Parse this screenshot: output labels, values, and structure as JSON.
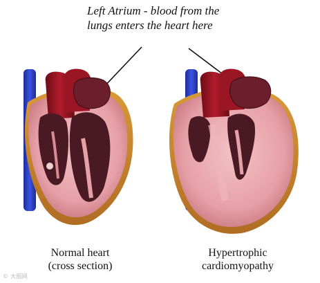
{
  "callout": {
    "line1": "Left Atrium - blood from the",
    "line2": "lungs enters the heart here"
  },
  "hearts": [
    {
      "name": "normal",
      "caption_line1": "Normal heart",
      "caption_line2": "(cross section)"
    },
    {
      "name": "hypertrophic",
      "caption_line1": "Hypertrophic",
      "caption_line2": "cardiomyopathy"
    }
  ],
  "watermark": "© 大图网",
  "colors": {
    "muscle": "#e8a7ad",
    "chamber": "#4a1a24",
    "vessel_red": "#8e1320",
    "vessel_blue": "#2a3ec4",
    "fat": "#c8862c"
  }
}
